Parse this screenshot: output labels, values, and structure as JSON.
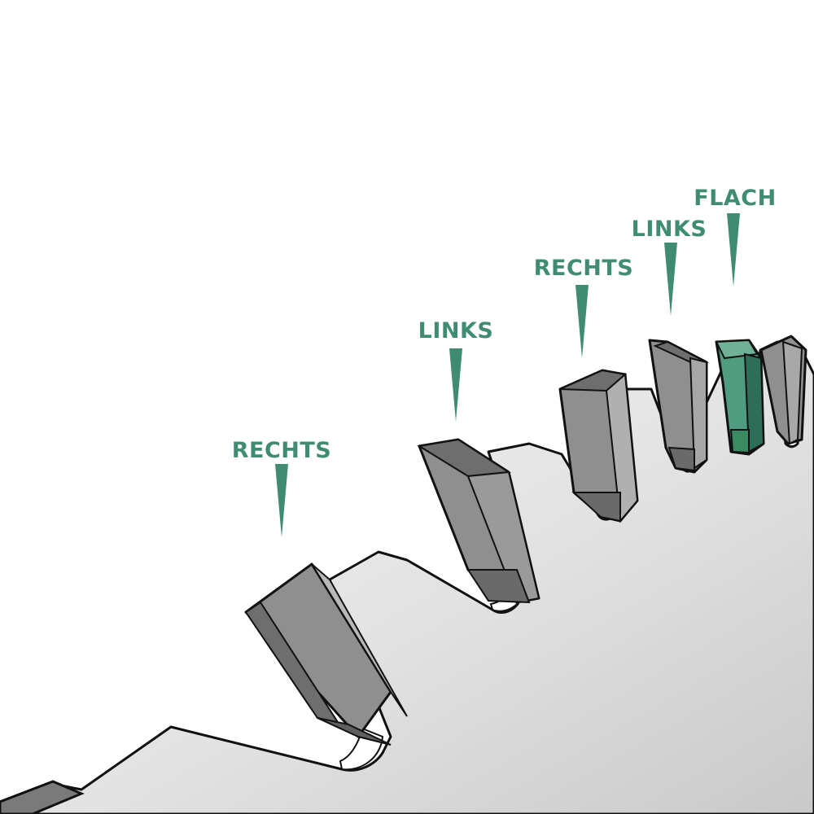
{
  "colors": {
    "accent": "#3f8c72",
    "accent_light": "#6fb096",
    "accent_dark": "#2e6e59",
    "tooth_dark": "#6e6e6e",
    "tooth_mid": "#8f8f8f",
    "tooth_light": "#b9b9b9",
    "blade": "#dcdcdc",
    "outline": "#111111"
  },
  "labels": [
    {
      "text": "RECHTS",
      "tooth": "rechts"
    },
    {
      "text": "LINKS",
      "tooth": "links"
    },
    {
      "text": "RECHTS",
      "tooth": "rechts"
    },
    {
      "text": "LINKS",
      "tooth": "links"
    },
    {
      "text": "FLACH",
      "tooth": "flach"
    }
  ]
}
